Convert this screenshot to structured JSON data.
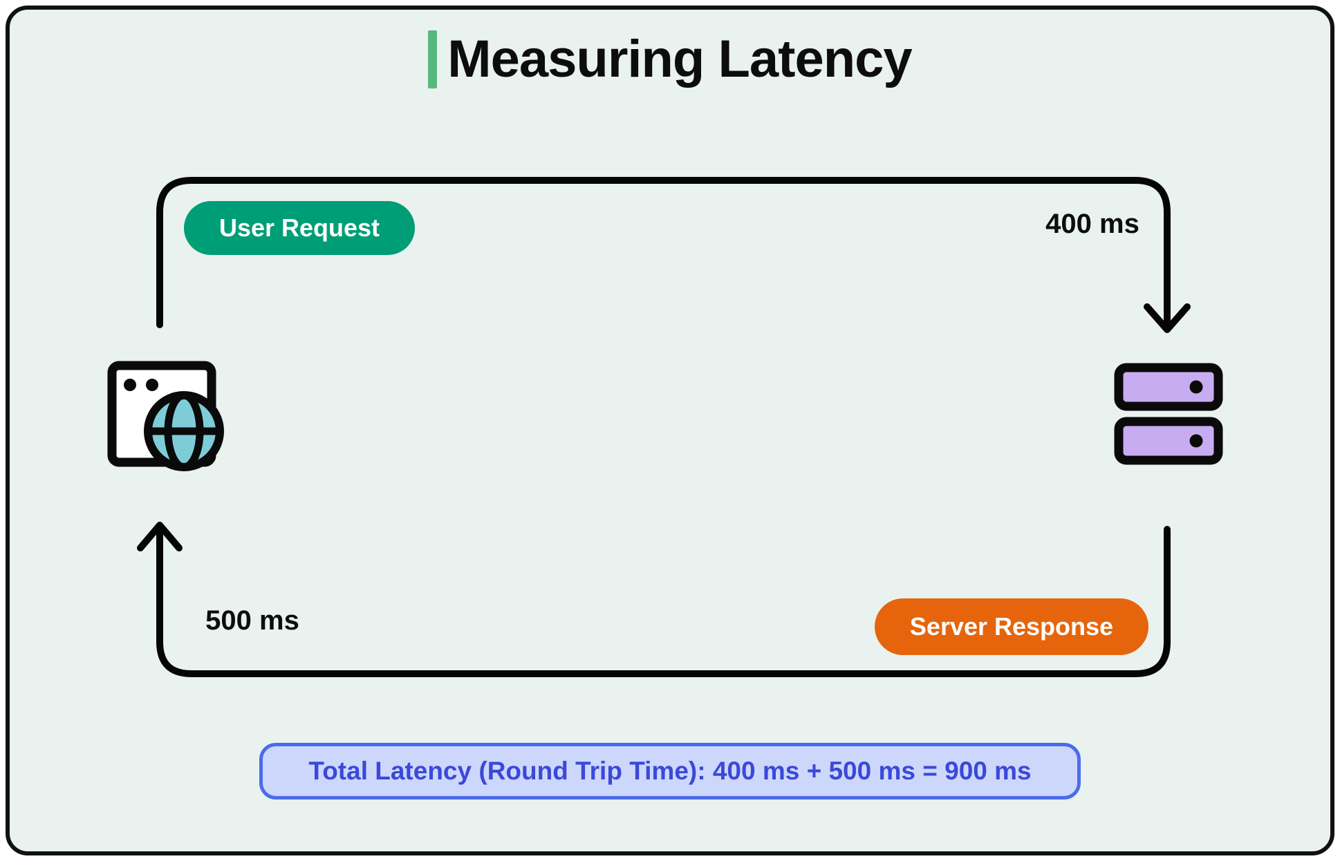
{
  "header": {
    "title": "Measuring Latency"
  },
  "diagram": {
    "request": {
      "badge_label": "User Request",
      "latency_label": "400 ms"
    },
    "response": {
      "badge_label": "Server Response",
      "latency_label": "500 ms"
    },
    "client_icon": "browser-globe-icon",
    "server_icon": "server-stack-icon"
  },
  "summary": {
    "total_label": "Total Latency (Round Trip Time): 400 ms + 500 ms = 900 ms"
  },
  "colors": {
    "page_bg": "#ffffff",
    "card_bg": "#e9f2ee",
    "card_border": "#111111",
    "accent_bar": "#57b97c",
    "title_text": "#0d0d0d",
    "path_stroke": "#050505",
    "user_request_bg": "#009e76",
    "server_response_bg": "#e6650c",
    "badge_text": "#ffffff",
    "latency_text": "#0d0d0d",
    "client_window_fill": "#ffffff",
    "globe_fill": "#7fccd9",
    "server_fill": "#c8acf1",
    "icon_stroke": "#0a0a0a",
    "total_bg": "#cdd7fb",
    "total_border": "#4a6ceb",
    "total_text": "#3a49d8"
  }
}
